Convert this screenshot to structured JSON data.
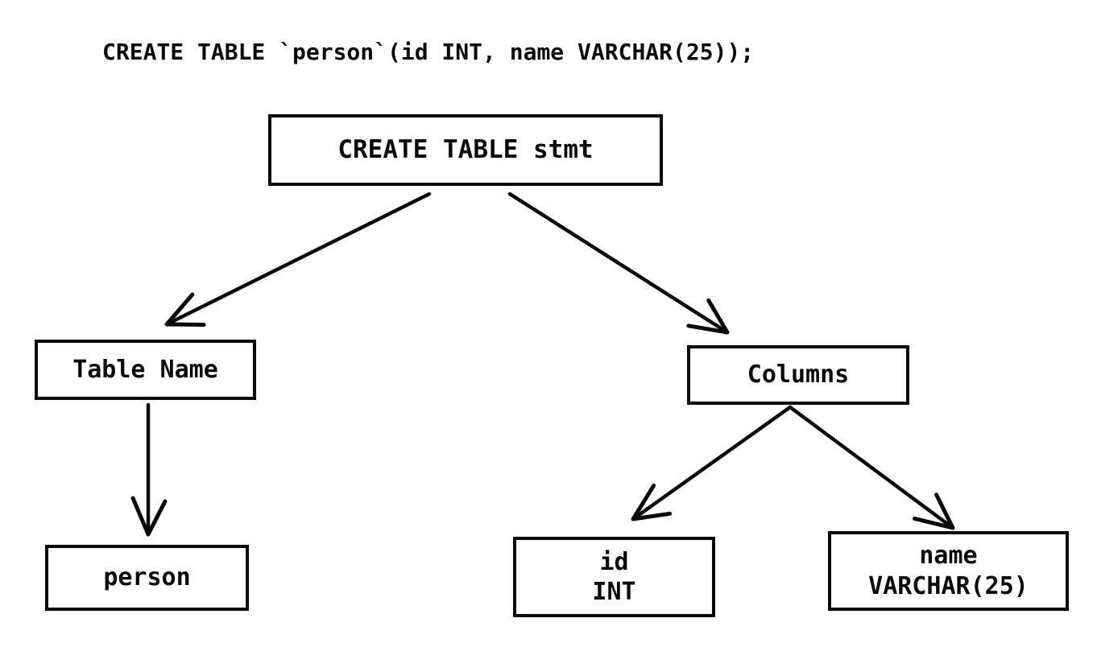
{
  "header": {
    "sql_statement": "CREATE TABLE `person`(id INT, name VARCHAR(25));"
  },
  "tree": {
    "root": {
      "label": "CREATE TABLE stmt"
    },
    "table_name": {
      "label": "Table Name"
    },
    "person": {
      "label": "person"
    },
    "columns": {
      "label": "Columns"
    },
    "id_column": {
      "line1": "id",
      "line2": "INT"
    },
    "name_column": {
      "line1": "name",
      "line2": "VARCHAR(25)"
    }
  },
  "colors": {
    "background": "#ffffff",
    "line": "#0a0a0a",
    "text": "#0a0a0a"
  }
}
